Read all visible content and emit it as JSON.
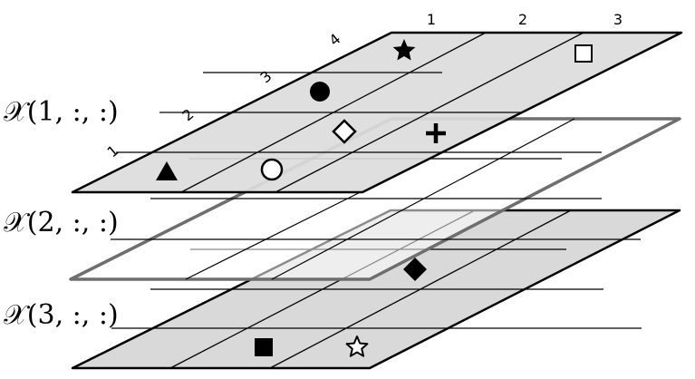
{
  "slices": [
    {
      "label": "𝒳(1, :, :)",
      "fill": "#dcdcdc"
    },
    {
      "label": "𝒳(2, :, :)",
      "fill": "#ffffff"
    },
    {
      "label": "𝒳(3, :, :)",
      "fill": "#d9d9d9"
    }
  ],
  "column_indices": [
    "1",
    "2",
    "3"
  ],
  "row_indices": [
    "1",
    "2",
    "3",
    "4"
  ],
  "colors": {
    "line": "#000000",
    "middle_border": "#6e6e6e"
  },
  "symbols": {
    "slice_1": [
      "filled-star",
      "open-square",
      "filled-circle",
      "open-diamond",
      "plus",
      "filled-triangle",
      "open-circle"
    ],
    "slice_2": [],
    "slice_3": [
      "filled-diamond",
      "filled-square",
      "open-star"
    ]
  }
}
